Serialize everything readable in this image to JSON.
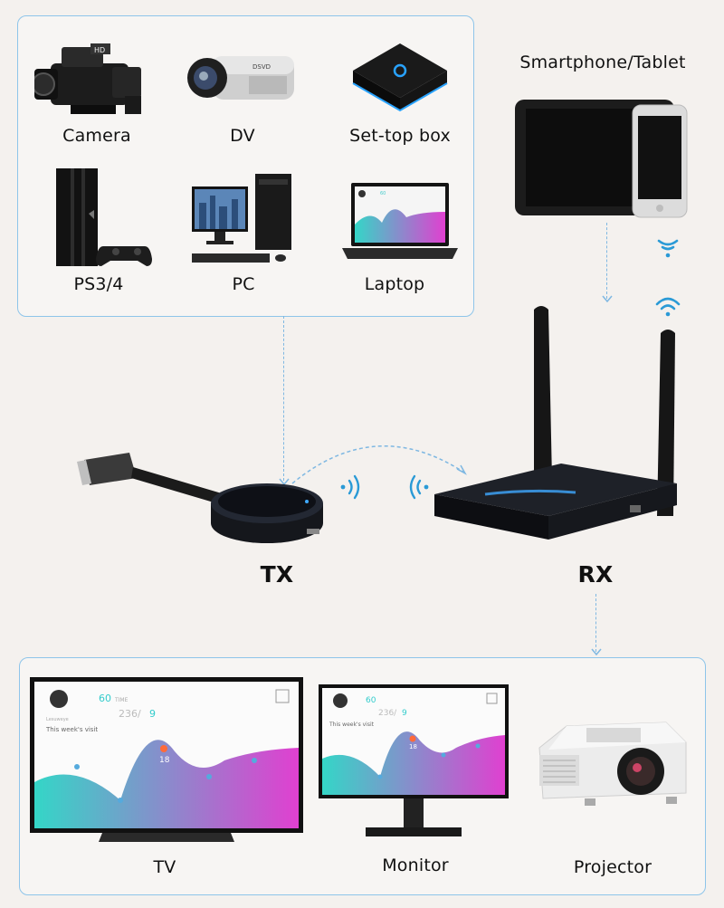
{
  "sources": {
    "camera": "Camera",
    "dv": "DV",
    "settop": "Set-top box",
    "ps": "PS3/4",
    "pc": "PC",
    "laptop": "Laptop"
  },
  "mobile": "Smartphone/Tablet",
  "tx": "TX",
  "rx": "RX",
  "outputs": {
    "tv": "TV",
    "monitor": "Monitor",
    "projector": "Projector"
  },
  "screen_ui": {
    "count": "60",
    "count_label": "TIME",
    "stat": "236/",
    "stat_accent": "9",
    "caption": "This week's visit",
    "small": "Lesuweye",
    "peak": "18"
  },
  "laptop_ui": {
    "count": "60"
  },
  "dv_brand": "DSVD",
  "colors": {
    "panel_border": "#8ec5ea",
    "wifi": "#2a9ad6",
    "wave_start": "#34d6c7",
    "wave_end": "#e040d0"
  }
}
